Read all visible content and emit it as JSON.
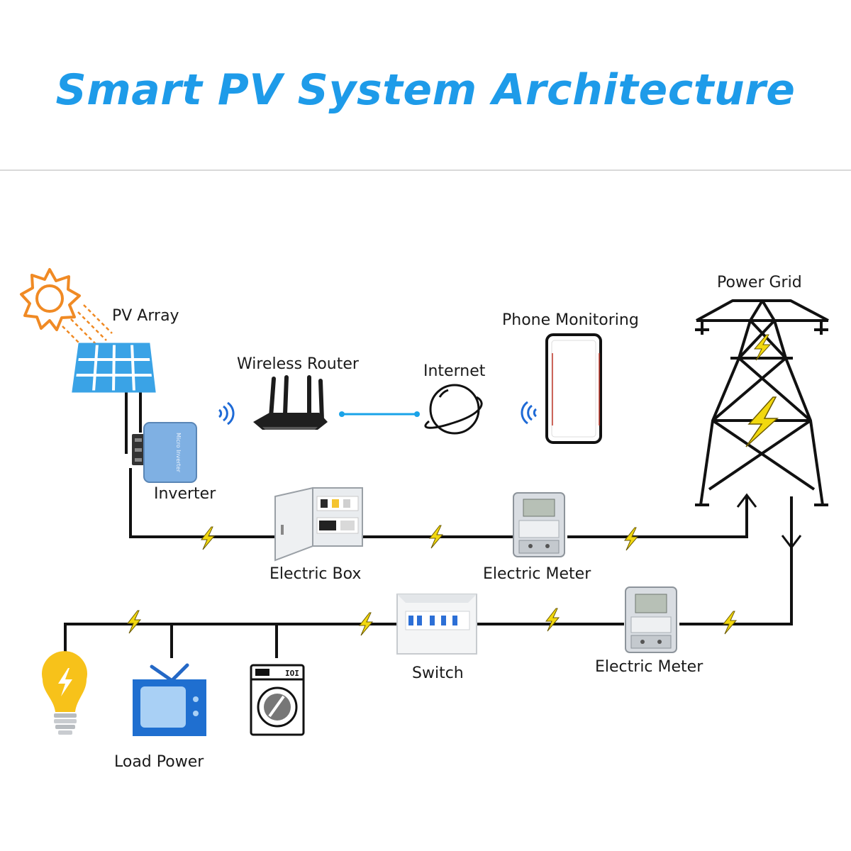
{
  "title": "Smart PV System Architecture",
  "colors": {
    "title": "#1e9be9",
    "line": "#111111",
    "bolt": "#f2d80f",
    "panel": "#3aa3e6",
    "sun": "#f08a24",
    "inverter": "#7fb0e3",
    "bulb": "#f7c21a",
    "tv": "#1f6fd0",
    "wifi": "#1e6ad6",
    "link": "#1aa3e8"
  },
  "icons": {
    "sun": "sun-icon",
    "pv": "solar-panel-icon",
    "inverter": "micro-inverter-icon",
    "router": "router-icon",
    "internet": "globe-icon",
    "phone": "smartphone-icon",
    "tower": "power-tower-icon",
    "box": "electric-box-icon",
    "meter": "electric-meter-icon",
    "switch": "switch-panel-icon",
    "bulb": "light-bulb-icon",
    "tv": "tv-icon",
    "washer": "washing-machine-icon",
    "bolt": "lightning-bolt-icon",
    "wifi": "wifi-signal-icon"
  },
  "labels": {
    "pv_array": "PV Array",
    "inverter": "Inverter",
    "inverter_device_text": "Micro Inverter",
    "wireless_router": "Wireless Router",
    "internet": "Internet",
    "phone_monitoring": "Phone Monitoring",
    "power_grid": "Power Grid",
    "electric_box": "Electric Box",
    "electric_meter_1": "Electric Meter",
    "switch": "Switch",
    "electric_meter_2": "Electric Meter",
    "load_power": "Load Power"
  }
}
